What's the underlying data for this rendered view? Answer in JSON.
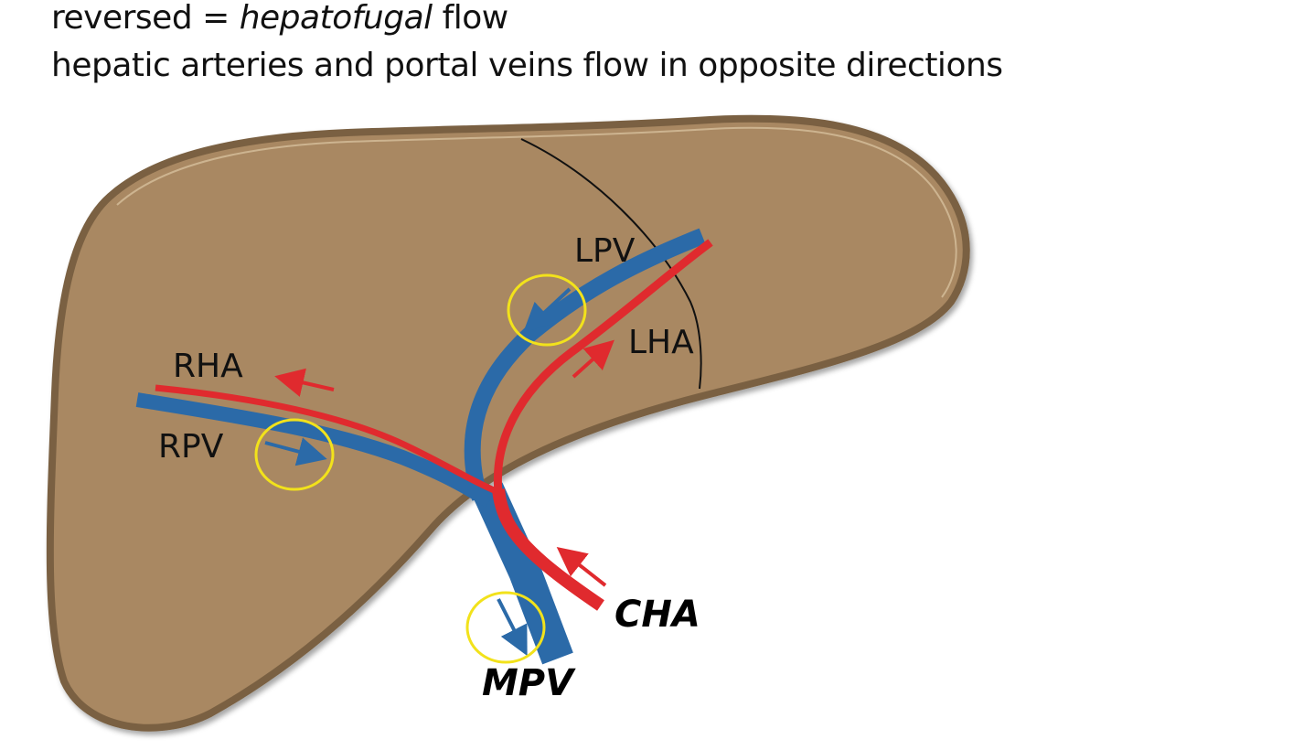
{
  "header": {
    "line1_prefix": "reversed = ",
    "line1_italic": "hepatofugal",
    "line1_suffix": " flow",
    "line2": "hepatic arteries and portal veins flow in opposite directions"
  },
  "labels": {
    "lpv": "LPV",
    "lha": "LHA",
    "rha": "RHA",
    "rpv": "RPV",
    "cha": "CHA",
    "mpv": "MPV"
  },
  "colors": {
    "liver_fill": "#a98862",
    "liver_edge": "#7a6142",
    "portal_vein": "#2b6aa8",
    "hepatic_artery": "#e02a2e",
    "highlight_circle": "#f2e21b"
  }
}
